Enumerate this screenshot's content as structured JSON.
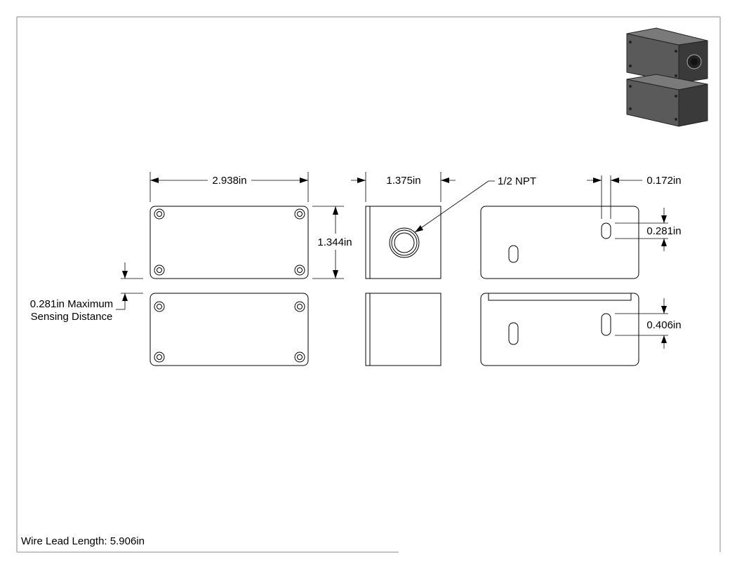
{
  "dimensions": {
    "length": "2.938in",
    "width": "1.375in",
    "height": "1.344in",
    "port": "1/2 NPT",
    "slot_offset": "0.172in",
    "slot_length_top": "0.281in",
    "slot_length_bottom": "0.406in",
    "sensing_line1": "0.281in Maximum",
    "sensing_line2": "Sensing Distance"
  },
  "footer": {
    "wire_lead": "Wire Lead Length: 5.906in"
  },
  "colors": {
    "line": "#000000",
    "frame": "#888888",
    "body_dark": "#3a3a3a",
    "body_mid": "#5a5a5a",
    "body_light": "#7a7a7a"
  }
}
